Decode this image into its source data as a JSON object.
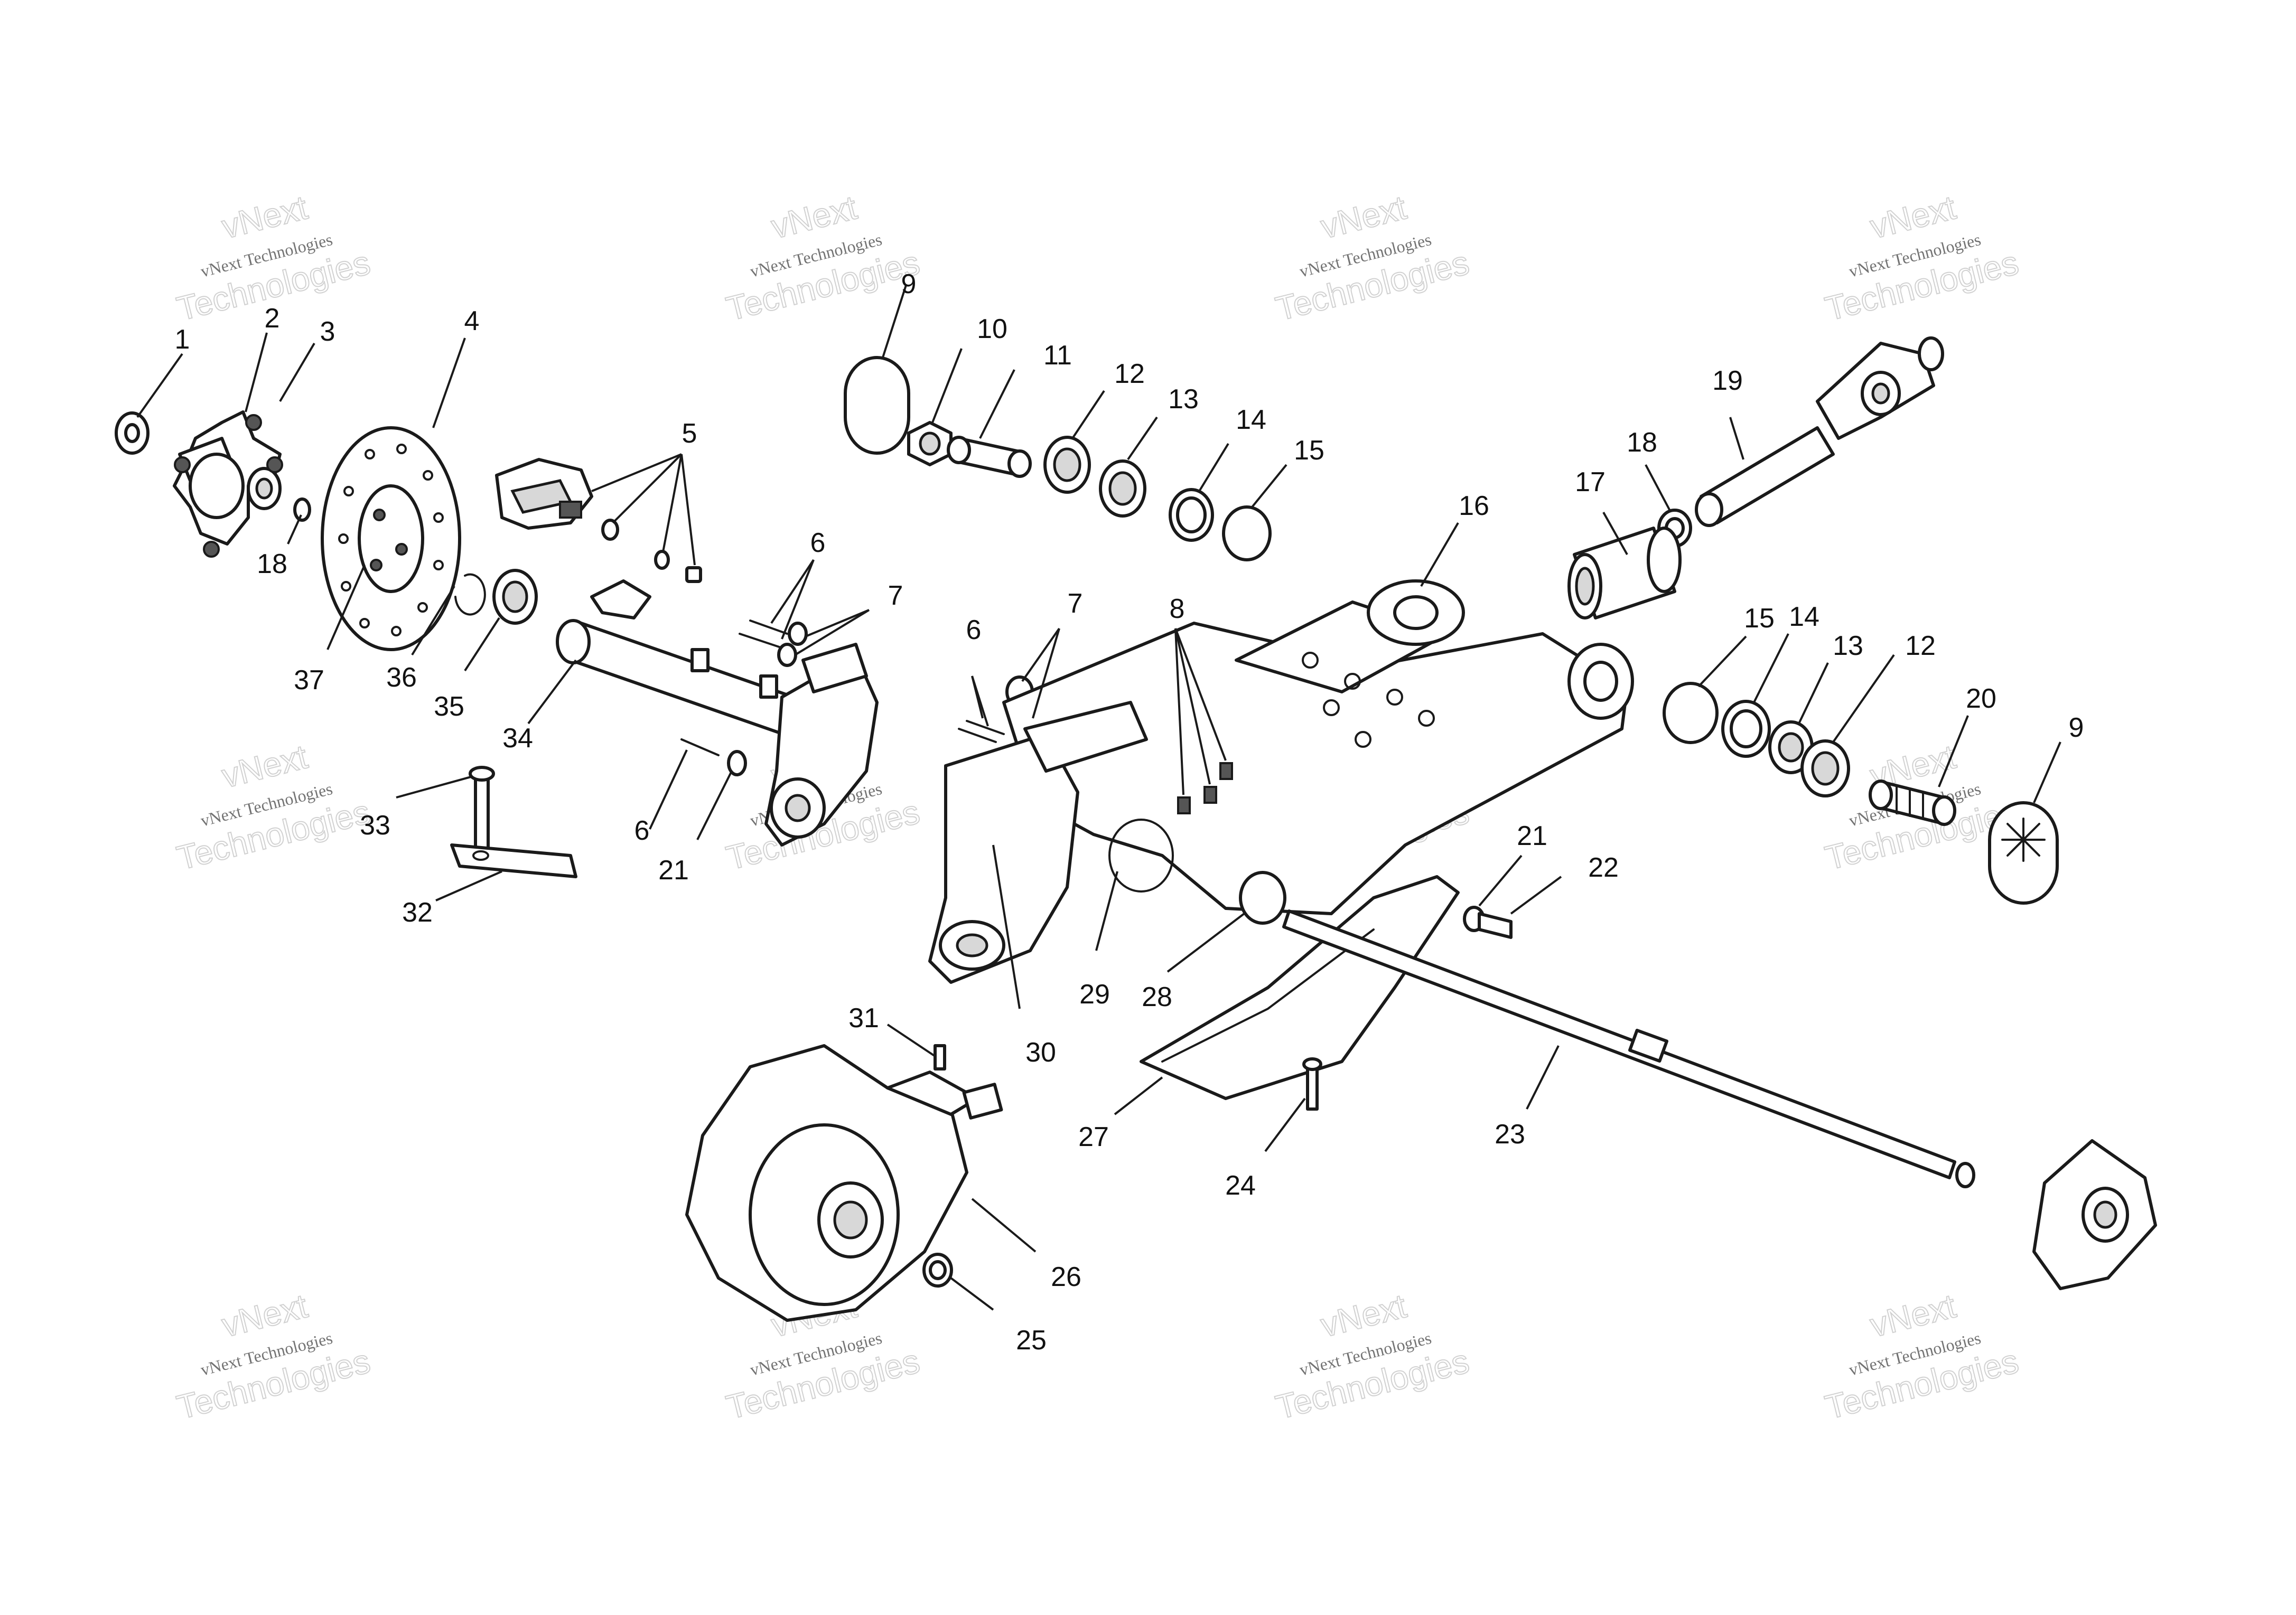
{
  "watermark": {
    "line1": "vNext",
    "line2": "vNext Technologies",
    "line3": "Technologies"
  },
  "callouts": {
    "c1": "1",
    "c2": "2",
    "c3": "3",
    "c4": "4",
    "c5": "5",
    "c6a": "6",
    "c6b": "6",
    "c6c": "6",
    "c7a": "7",
    "c7b": "7",
    "c8": "8",
    "c9a": "9",
    "c9b": "9",
    "c10": "10",
    "c11": "11",
    "c12a": "12",
    "c12b": "12",
    "c13a": "13",
    "c13b": "13",
    "c14a": "14",
    "c14b": "14",
    "c15a": "15",
    "c15b": "15",
    "c16": "16",
    "c17": "17",
    "c18a": "18",
    "c18b": "18",
    "c19": "19",
    "c20": "20",
    "c21a": "21",
    "c21b": "21",
    "c22": "22",
    "c23": "23",
    "c24": "24",
    "c25": "25",
    "c26": "26",
    "c27": "27",
    "c28": "28",
    "c29": "29",
    "c30": "30",
    "c31": "31",
    "c32": "32",
    "c33": "33",
    "c34": "34",
    "c35": "35",
    "c36": "36",
    "c37": "37"
  }
}
